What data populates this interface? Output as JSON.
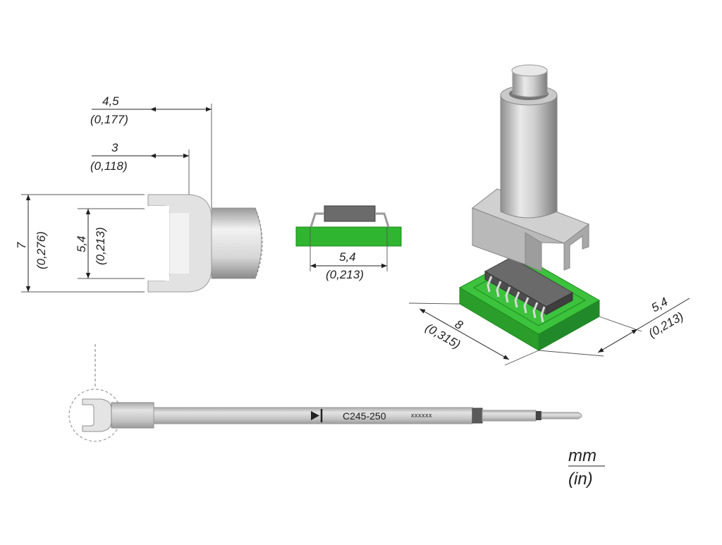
{
  "front_view": {
    "width_outer": "4,5",
    "width_outer_in": "(0,177)",
    "width_inner": "3",
    "width_inner_in": "(0,118)",
    "height_outer": "7",
    "height_outer_in": "(0,276)",
    "height_inner": "5,4",
    "height_inner_in": "(0,213)"
  },
  "chip_view": {
    "width": "5,4",
    "width_in": "(0,213)"
  },
  "iso_view": {
    "length": "8",
    "length_in": "(0,315)",
    "width": "5,4",
    "width_in": "(0,213)"
  },
  "cartridge": {
    "model": "C245-250",
    "serial": "xxxxxx"
  },
  "units": {
    "metric": "mm",
    "imperial": "(in)"
  },
  "colors": {
    "pcb_green": "#2fb52f",
    "pcb_dark": "#1e8a1e",
    "metal_light": "#e6e6e6",
    "metal_mid": "#bdbdbd",
    "metal_dark": "#8c8c8c",
    "chip": "#6b6b6b"
  }
}
